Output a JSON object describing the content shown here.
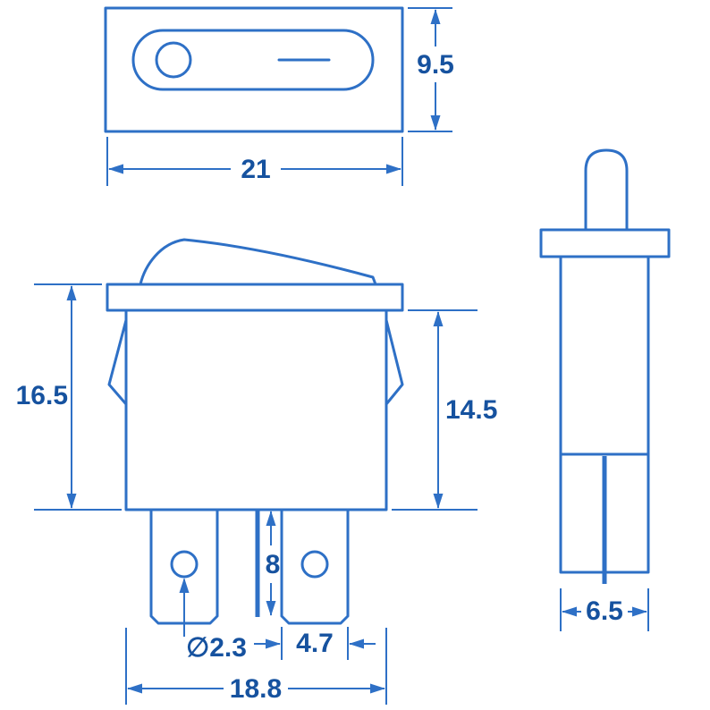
{
  "colors": {
    "line": "#2e70c6",
    "text": "#16529f",
    "background": "#ffffff"
  },
  "dimensions": {
    "top_view_height": "9.5",
    "top_view_width": "21",
    "front_overall_height": "16.5",
    "front_body_height": "14.5",
    "terminal_length": "8",
    "terminal_hole_diameter": "∅2.3",
    "terminal_width": "4.7",
    "front_body_width": "18.8",
    "side_body_depth": "6.5"
  }
}
